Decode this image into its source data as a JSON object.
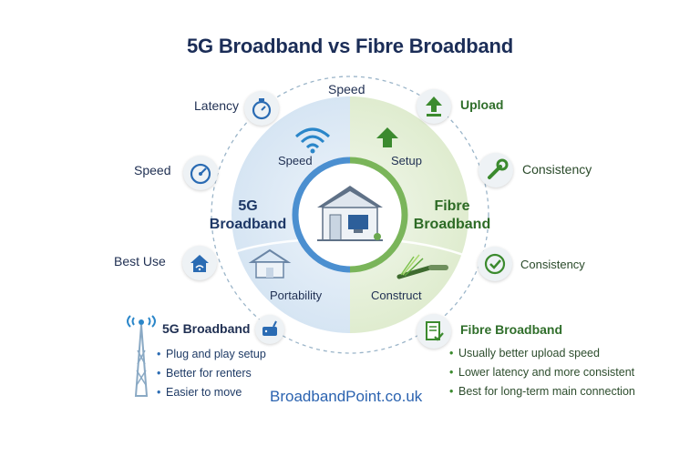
{
  "title": "5G Broadband vs Fibre Broadband",
  "top_label": "Speed",
  "left_labels": {
    "latency": "Latency",
    "speed": "Speed",
    "best_use": "Best Use"
  },
  "right_labels": {
    "upload": "Upload",
    "consistency_top": "Consistency",
    "consistency_bottom": "Consistency"
  },
  "inner": {
    "left_speed": "Speed",
    "left_portability": "Portability",
    "right_setup": "Setup",
    "right_construct": "Construct",
    "left_title_1": "5G",
    "left_title_2": "Broadband",
    "right_title_1": "Fibre",
    "right_title_2": "Broadband"
  },
  "left_panel": {
    "heading": "5G Broadband",
    "items": [
      "Plug and play setup",
      "Better for renters",
      "Easier to move"
    ]
  },
  "right_panel": {
    "heading": "Fibre Broadband",
    "items": [
      "Usually better upload speed",
      "Lower latency and more consistent",
      "Best for long-term main connection"
    ]
  },
  "brand": "BroadbandPoint.co.uk",
  "bullet": "•",
  "colors": {
    "left_accent": "#2a6bb3",
    "right_accent": "#3b8a2e",
    "left_fill": "#dde9f5",
    "right_fill": "#e6f0dc"
  },
  "icons": {
    "latency": "stopwatch-icon",
    "speed": "speedometer-icon",
    "best_use": "home-wifi-icon",
    "upload": "upload-arrow-icon",
    "consistency_top": "wrench-icon",
    "consistency_bottom": "checkmark-icon",
    "tower": "cell-tower-icon",
    "router": "router-icon",
    "fibre_sheet": "document-check-icon",
    "house": "house-icon",
    "wifi": "wifi-icon",
    "setup": "setup-arrow-icon",
    "fibre_cable": "fibre-cable-icon"
  }
}
